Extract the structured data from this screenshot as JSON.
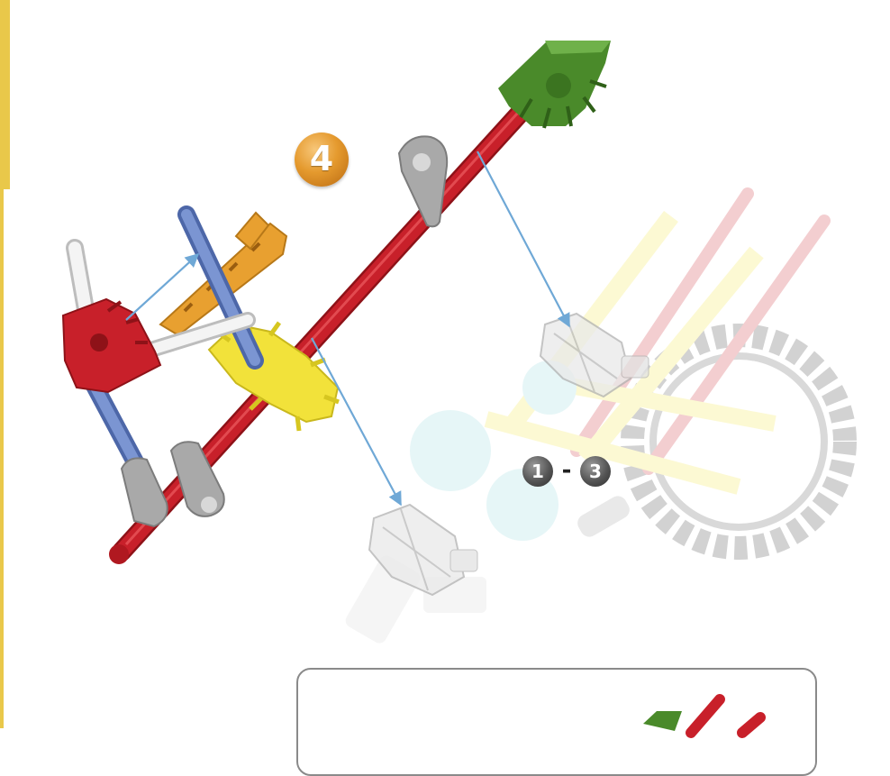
{
  "step": {
    "number": "4"
  },
  "reference_steps": {
    "from": "1",
    "separator": "-",
    "to": "3"
  },
  "colors": {
    "rod_red": "#c8202a",
    "connector_green": "#4a8a2a",
    "connector_orange": "#e8a030",
    "connector_yellow": "#f2e23a",
    "rod_blue": "#6a86c8",
    "rod_white": "#f2f2f2",
    "clip_gray": "#a9a9a9",
    "badge_orange": "#e59a2e",
    "badge_gray": "#555555",
    "left_edge_accent": "#e9c84a"
  },
  "icons": [
    "step-number-badge",
    "assembly-arrow-icon",
    "step-range-badge"
  ]
}
